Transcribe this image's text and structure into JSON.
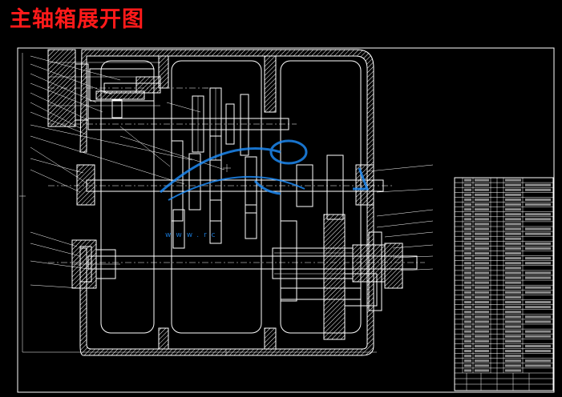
{
  "title": "主轴箱展开图",
  "watermark": {
    "text": "www.rc",
    "color": "#1e90ff"
  },
  "colors": {
    "background": "#000000",
    "lines": "#ffffff",
    "title": "#ff1a1a"
  },
  "bom": {
    "rows": 40
  }
}
